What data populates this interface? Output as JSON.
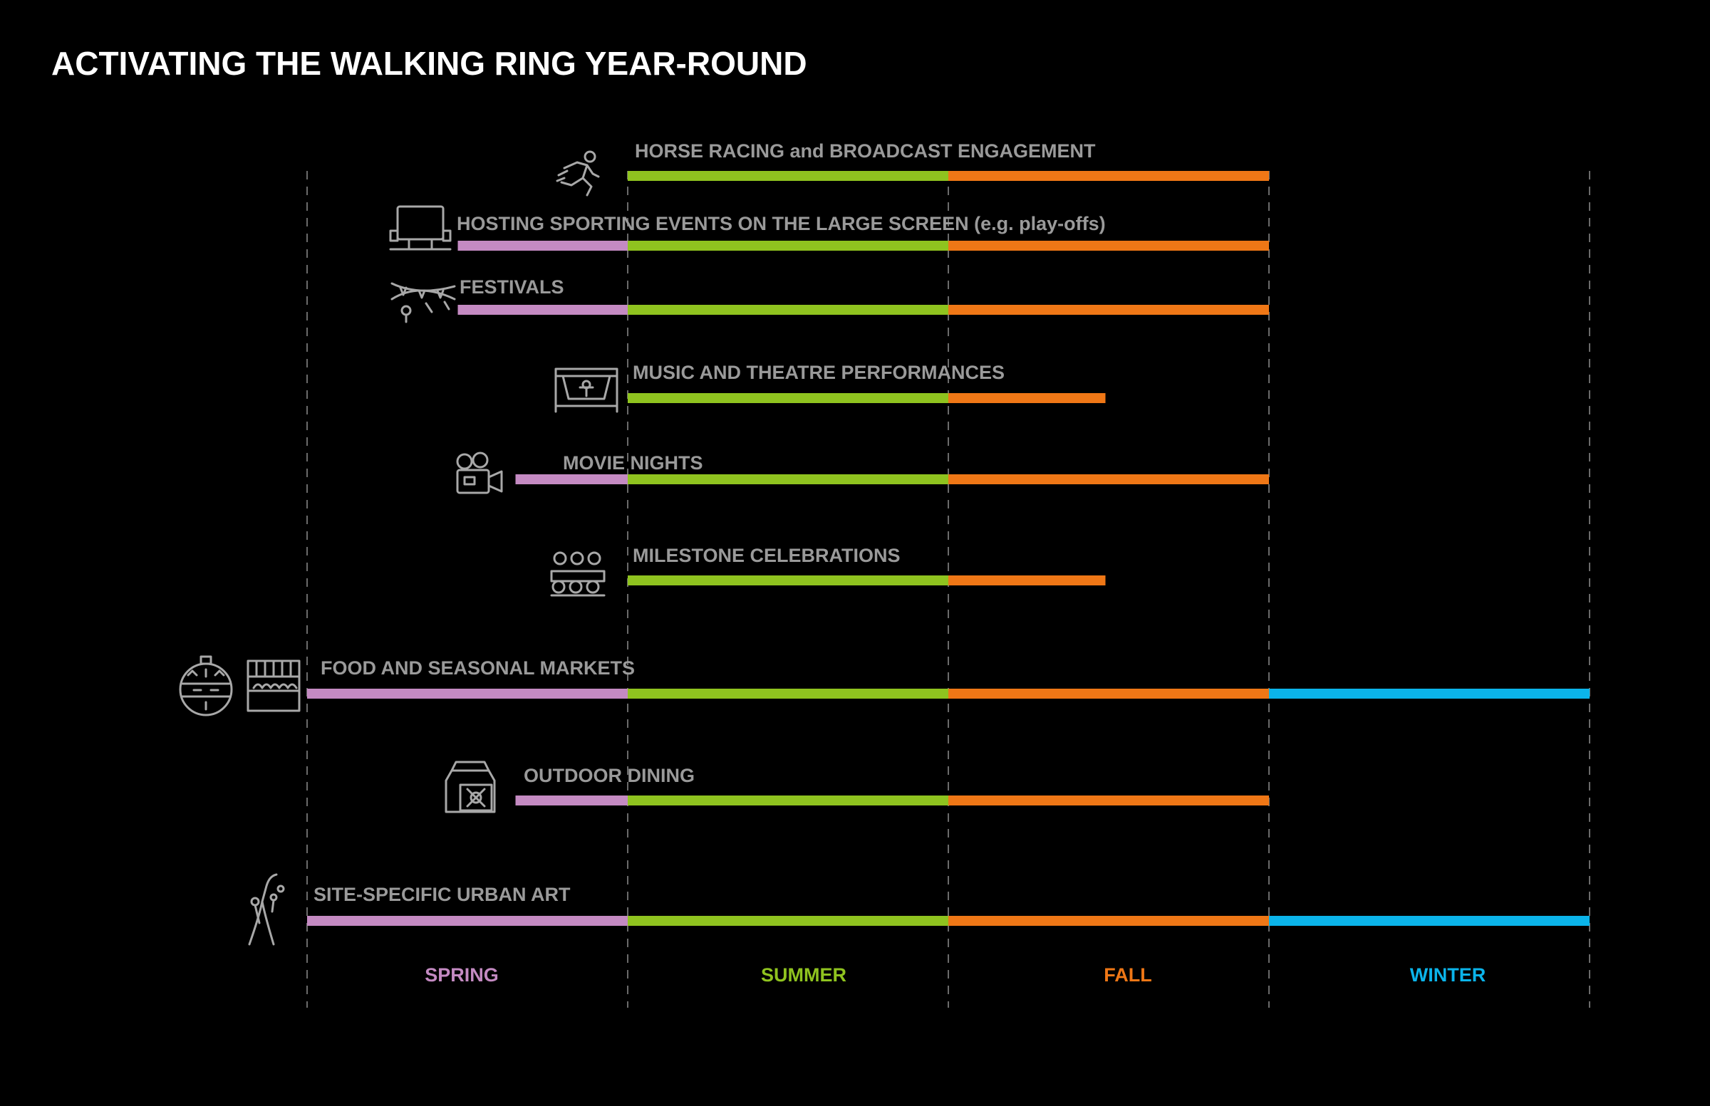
{
  "chart_data": {
    "type": "timeline",
    "title": "ACTIVATING THE WALKING RING YEAR-ROUND",
    "seasons": [
      {
        "name": "SPRING",
        "color": "#c48ac2"
      },
      {
        "name": "SUMMER",
        "color": "#8fc31f"
      },
      {
        "name": "FALL",
        "color": "#ef7716"
      },
      {
        "name": "WINTER",
        "color": "#0bb4ea"
      }
    ],
    "x_unit": "season (0 = start of spring, 4 = end of winter)",
    "xlim": [
      0,
      4
    ],
    "grid": "dashed vertical season dividers",
    "activities": [
      {
        "label": "HORSE RACING and BROADCAST ENGAGEMENT",
        "icon": "horse-racing-icon",
        "start": 1.0,
        "end": 3.0
      },
      {
        "label": "HOSTING SPORTING EVENTS ON THE LARGE SCREEN (e.g. play-offs)",
        "icon": "large-screen-icon",
        "start": 0.47,
        "end": 3.0
      },
      {
        "label": "FESTIVALS",
        "icon": "festival-lights-icon",
        "start": 0.47,
        "end": 3.0
      },
      {
        "label": "MUSIC AND THEATRE PERFORMANCES",
        "icon": "stage-icon",
        "start": 1.0,
        "end": 2.49
      },
      {
        "label": "MOVIE NIGHTS",
        "icon": "movie-camera-icon",
        "start": 0.65,
        "end": 3.0
      },
      {
        "label": "MILESTONE CELEBRATIONS",
        "icon": "celebration-table-icon",
        "start": 1.0,
        "end": 2.49
      },
      {
        "label": "FOOD AND SEASONAL MARKETS",
        "icon": "market-stall-icon",
        "start": 0.0,
        "end": 4.0
      },
      {
        "label": "OUTDOOR DINING",
        "icon": "dining-bag-icon",
        "start": 0.65,
        "end": 3.0
      },
      {
        "label": "SITE-SPECIFIC URBAN ART",
        "icon": "urban-art-icon",
        "start": 0.0,
        "end": 4.0
      }
    ]
  }
}
